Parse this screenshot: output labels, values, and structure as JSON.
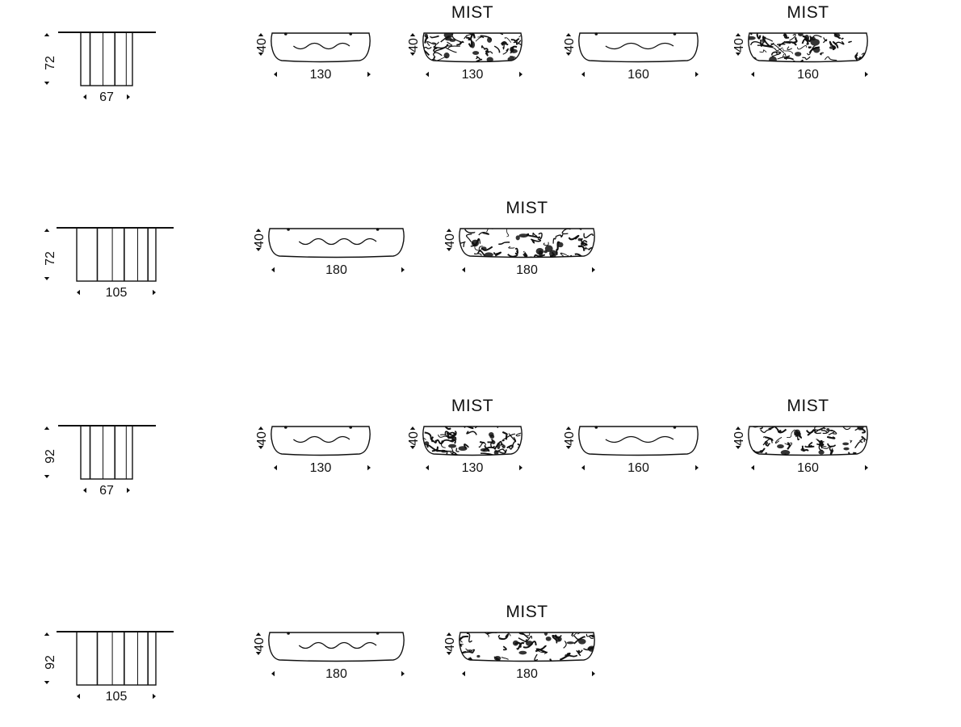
{
  "rows": [
    {
      "side": {
        "height_label": "72",
        "width_label": "67",
        "legs": 3
      },
      "views": [
        {
          "length_label": "130",
          "height_label": "40",
          "finish": "plain",
          "finish_label": ""
        },
        {
          "length_label": "130",
          "height_label": "40",
          "finish": "mist",
          "finish_label": "MIST"
        },
        {
          "length_label": "160",
          "height_label": "40",
          "finish": "plain",
          "finish_label": ""
        },
        {
          "length_label": "160",
          "height_label": "40",
          "finish": "mist",
          "finish_label": "MIST"
        }
      ]
    },
    {
      "side": {
        "height_label": "72",
        "width_label": "105",
        "legs": 5
      },
      "views": [
        {
          "length_label": "180",
          "height_label": "40",
          "finish": "plain",
          "finish_label": ""
        },
        {
          "length_label": "180",
          "height_label": "40",
          "finish": "mist",
          "finish_label": "MIST"
        }
      ]
    },
    {
      "side": {
        "height_label": "92",
        "width_label": "67",
        "legs": 3
      },
      "views": [
        {
          "length_label": "130",
          "height_label": "40",
          "finish": "plain",
          "finish_label": ""
        },
        {
          "length_label": "130",
          "height_label": "40",
          "finish": "mist",
          "finish_label": "MIST"
        },
        {
          "length_label": "160",
          "height_label": "40",
          "finish": "plain",
          "finish_label": ""
        },
        {
          "length_label": "160",
          "height_label": "40",
          "finish": "mist",
          "finish_label": "MIST"
        }
      ]
    },
    {
      "side": {
        "height_label": "92",
        "width_label": "105",
        "legs": 5
      },
      "views": [
        {
          "length_label": "180",
          "height_label": "40",
          "finish": "plain",
          "finish_label": ""
        },
        {
          "length_label": "180",
          "height_label": "40",
          "finish": "mist",
          "finish_label": "MIST"
        }
      ]
    }
  ],
  "colors": {
    "line": "#111111",
    "background": "#ffffff"
  }
}
